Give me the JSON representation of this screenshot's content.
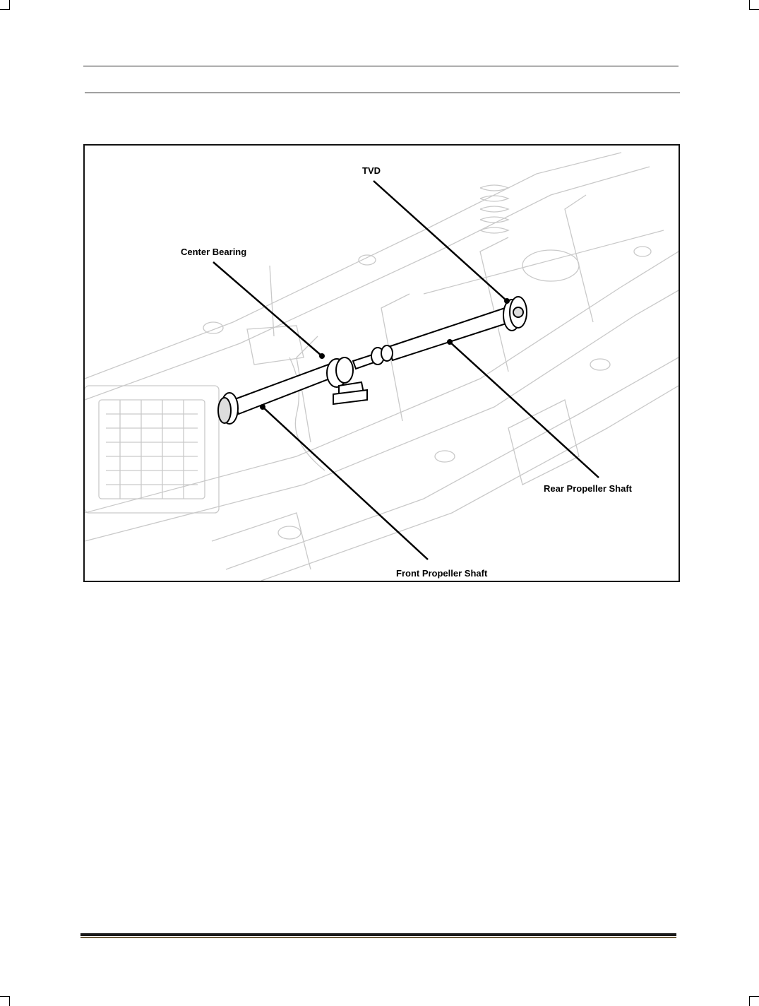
{
  "figure": {
    "labels": {
      "tvd": "TVD",
      "center_bearing": "Center Bearing",
      "rear_propeller_shaft": "Rear Propeller Shaft",
      "front_propeller_shaft": "Front Propeller Shaft"
    }
  }
}
